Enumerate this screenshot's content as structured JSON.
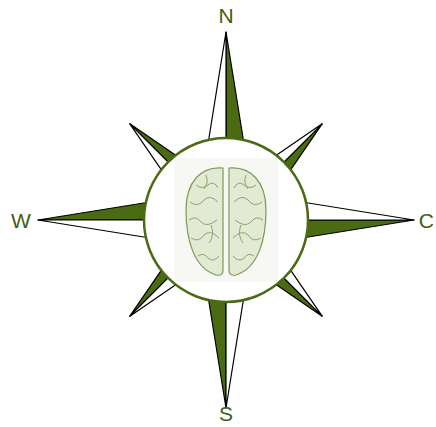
{
  "diagram": {
    "labels": [
      "N",
      "W",
      "C",
      "S"
    ]
  }
}
